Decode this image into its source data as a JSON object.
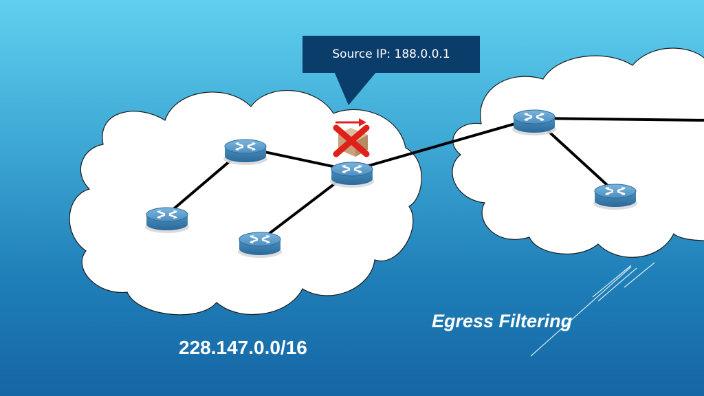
{
  "callout": {
    "text": "Source IP: 188.0.0.1",
    "color": "#0b3d6b"
  },
  "labels": {
    "subnet": "228.147.0.0/16",
    "technique": "Egress Filtering"
  },
  "colors": {
    "cloud_fill": "#ffffff",
    "cloud_stroke": "#1a1a1a",
    "link": "#000000",
    "router_body": "#3d7fb0",
    "router_top": "#5a9cc8",
    "block_mark": "#e0201b",
    "packet": "#c9a27a"
  },
  "icons": {
    "router": "router-icon",
    "packet": "packet-icon",
    "blocked": "x-mark-icon",
    "direction": "arrow-right-icon"
  }
}
